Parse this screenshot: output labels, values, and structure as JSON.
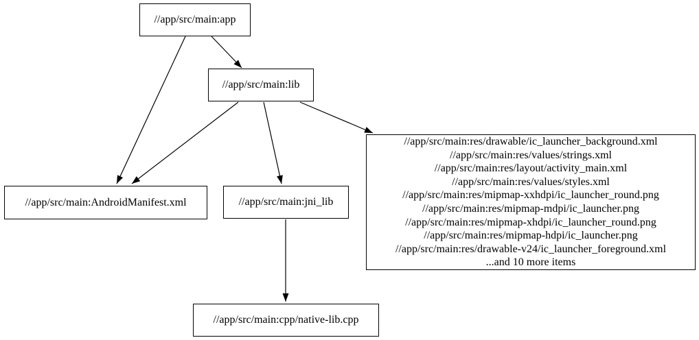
{
  "diagram": {
    "type": "dependency-graph",
    "background_color": "#ffffff",
    "node_border_color": "#000000",
    "edge_color": "#000000",
    "text_color": "#000000",
    "nodes": {
      "app": {
        "label": "//app/src/main:app"
      },
      "lib": {
        "label": "//app/src/main:lib"
      },
      "manifest": {
        "label": "//app/src/main:AndroidManifest.xml"
      },
      "jni_lib": {
        "label": "//app/src/main:jni_lib"
      },
      "resources": {
        "lines": [
          "//app/src/main:res/drawable/ic_launcher_background.xml",
          "//app/src/main:res/values/strings.xml",
          "//app/src/main:res/layout/activity_main.xml",
          "//app/src/main:res/values/styles.xml",
          "//app/src/main:res/mipmap-xxhdpi/ic_launcher_round.png",
          "//app/src/main:res/mipmap-mdpi/ic_launcher.png",
          "//app/src/main:res/mipmap-xhdpi/ic_launcher_round.png",
          "//app/src/main:res/mipmap-hdpi/ic_launcher.png",
          "//app/src/main:res/drawable-v24/ic_launcher_foreground.xml",
          "...and 10 more items"
        ]
      },
      "native_lib": {
        "label": "//app/src/main:cpp/native-lib.cpp"
      }
    },
    "edges": [
      {
        "from": "app",
        "to": "lib"
      },
      {
        "from": "app",
        "to": "manifest"
      },
      {
        "from": "lib",
        "to": "manifest"
      },
      {
        "from": "lib",
        "to": "jni_lib"
      },
      {
        "from": "lib",
        "to": "resources"
      },
      {
        "from": "jni_lib",
        "to": "native_lib"
      }
    ]
  }
}
